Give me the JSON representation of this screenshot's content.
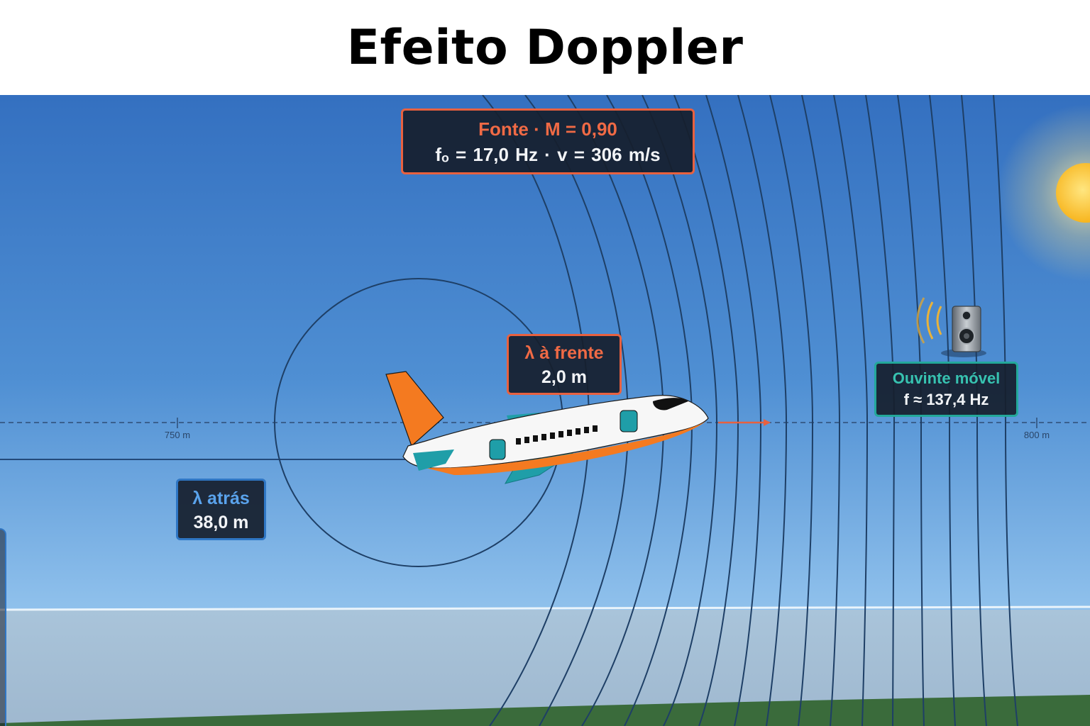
{
  "title": "Efeito Doppler",
  "source_panel": {
    "header": "Fonte · M = 0,90",
    "values": "fₒ = 17,0 Hz   ·   v = 306 m/s"
  },
  "wavelength_front": {
    "label": "λ à frente",
    "value": "2,0 m"
  },
  "wavelength_behind": {
    "label": "λ atrás",
    "value": "38,0 m"
  },
  "listener": {
    "label": "Ouvinte móvel",
    "frequency": "f ≈ 137,4 Hz"
  },
  "axis": {
    "ticks": [
      "750 m",
      "800 m"
    ]
  },
  "colors": {
    "source_accent": "#e8613f",
    "behind_accent": "#2f76c4",
    "listener_accent": "#23a89a",
    "wavefront": "#1e3f66"
  },
  "icons": [
    "airplane-icon",
    "speaker-icon",
    "sun-icon"
  ]
}
